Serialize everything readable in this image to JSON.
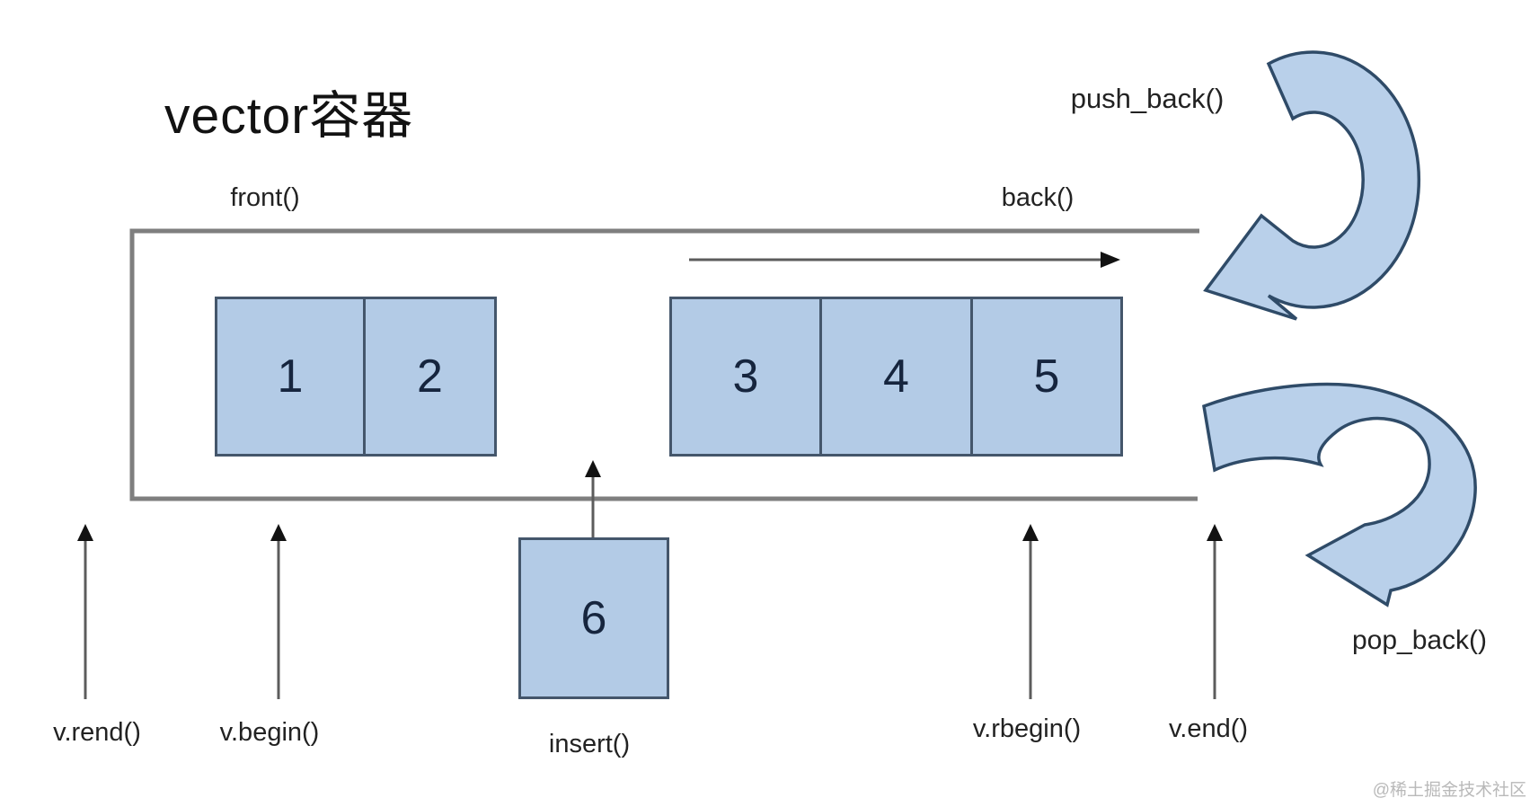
{
  "title": "vector容器",
  "container": {
    "front_label": "front()",
    "back_label": "back()",
    "cells": [
      "1",
      "2",
      "3",
      "4",
      "5"
    ]
  },
  "insert": {
    "cell_value": "6",
    "label": "insert()"
  },
  "operations": {
    "push_back_label": "push_back()",
    "pop_back_label": "pop_back()"
  },
  "iterators": {
    "rend_label": "v.rend()",
    "begin_label": "v.begin()",
    "rbegin_label": "v.rbegin()",
    "end_label": "v.end()"
  },
  "watermark": "@稀土掘金技术社区",
  "colors": {
    "cell_fill": "#b3cbe6",
    "cell_border": "#44566b",
    "number_navy": "#16253e",
    "arrow_fill": "#b9d0ea",
    "arrow_stroke": "#2f4b68",
    "frame_gray": "#7f7f7f",
    "text_dark": "#222222",
    "watermark_gray": "#b9b9b9"
  }
}
